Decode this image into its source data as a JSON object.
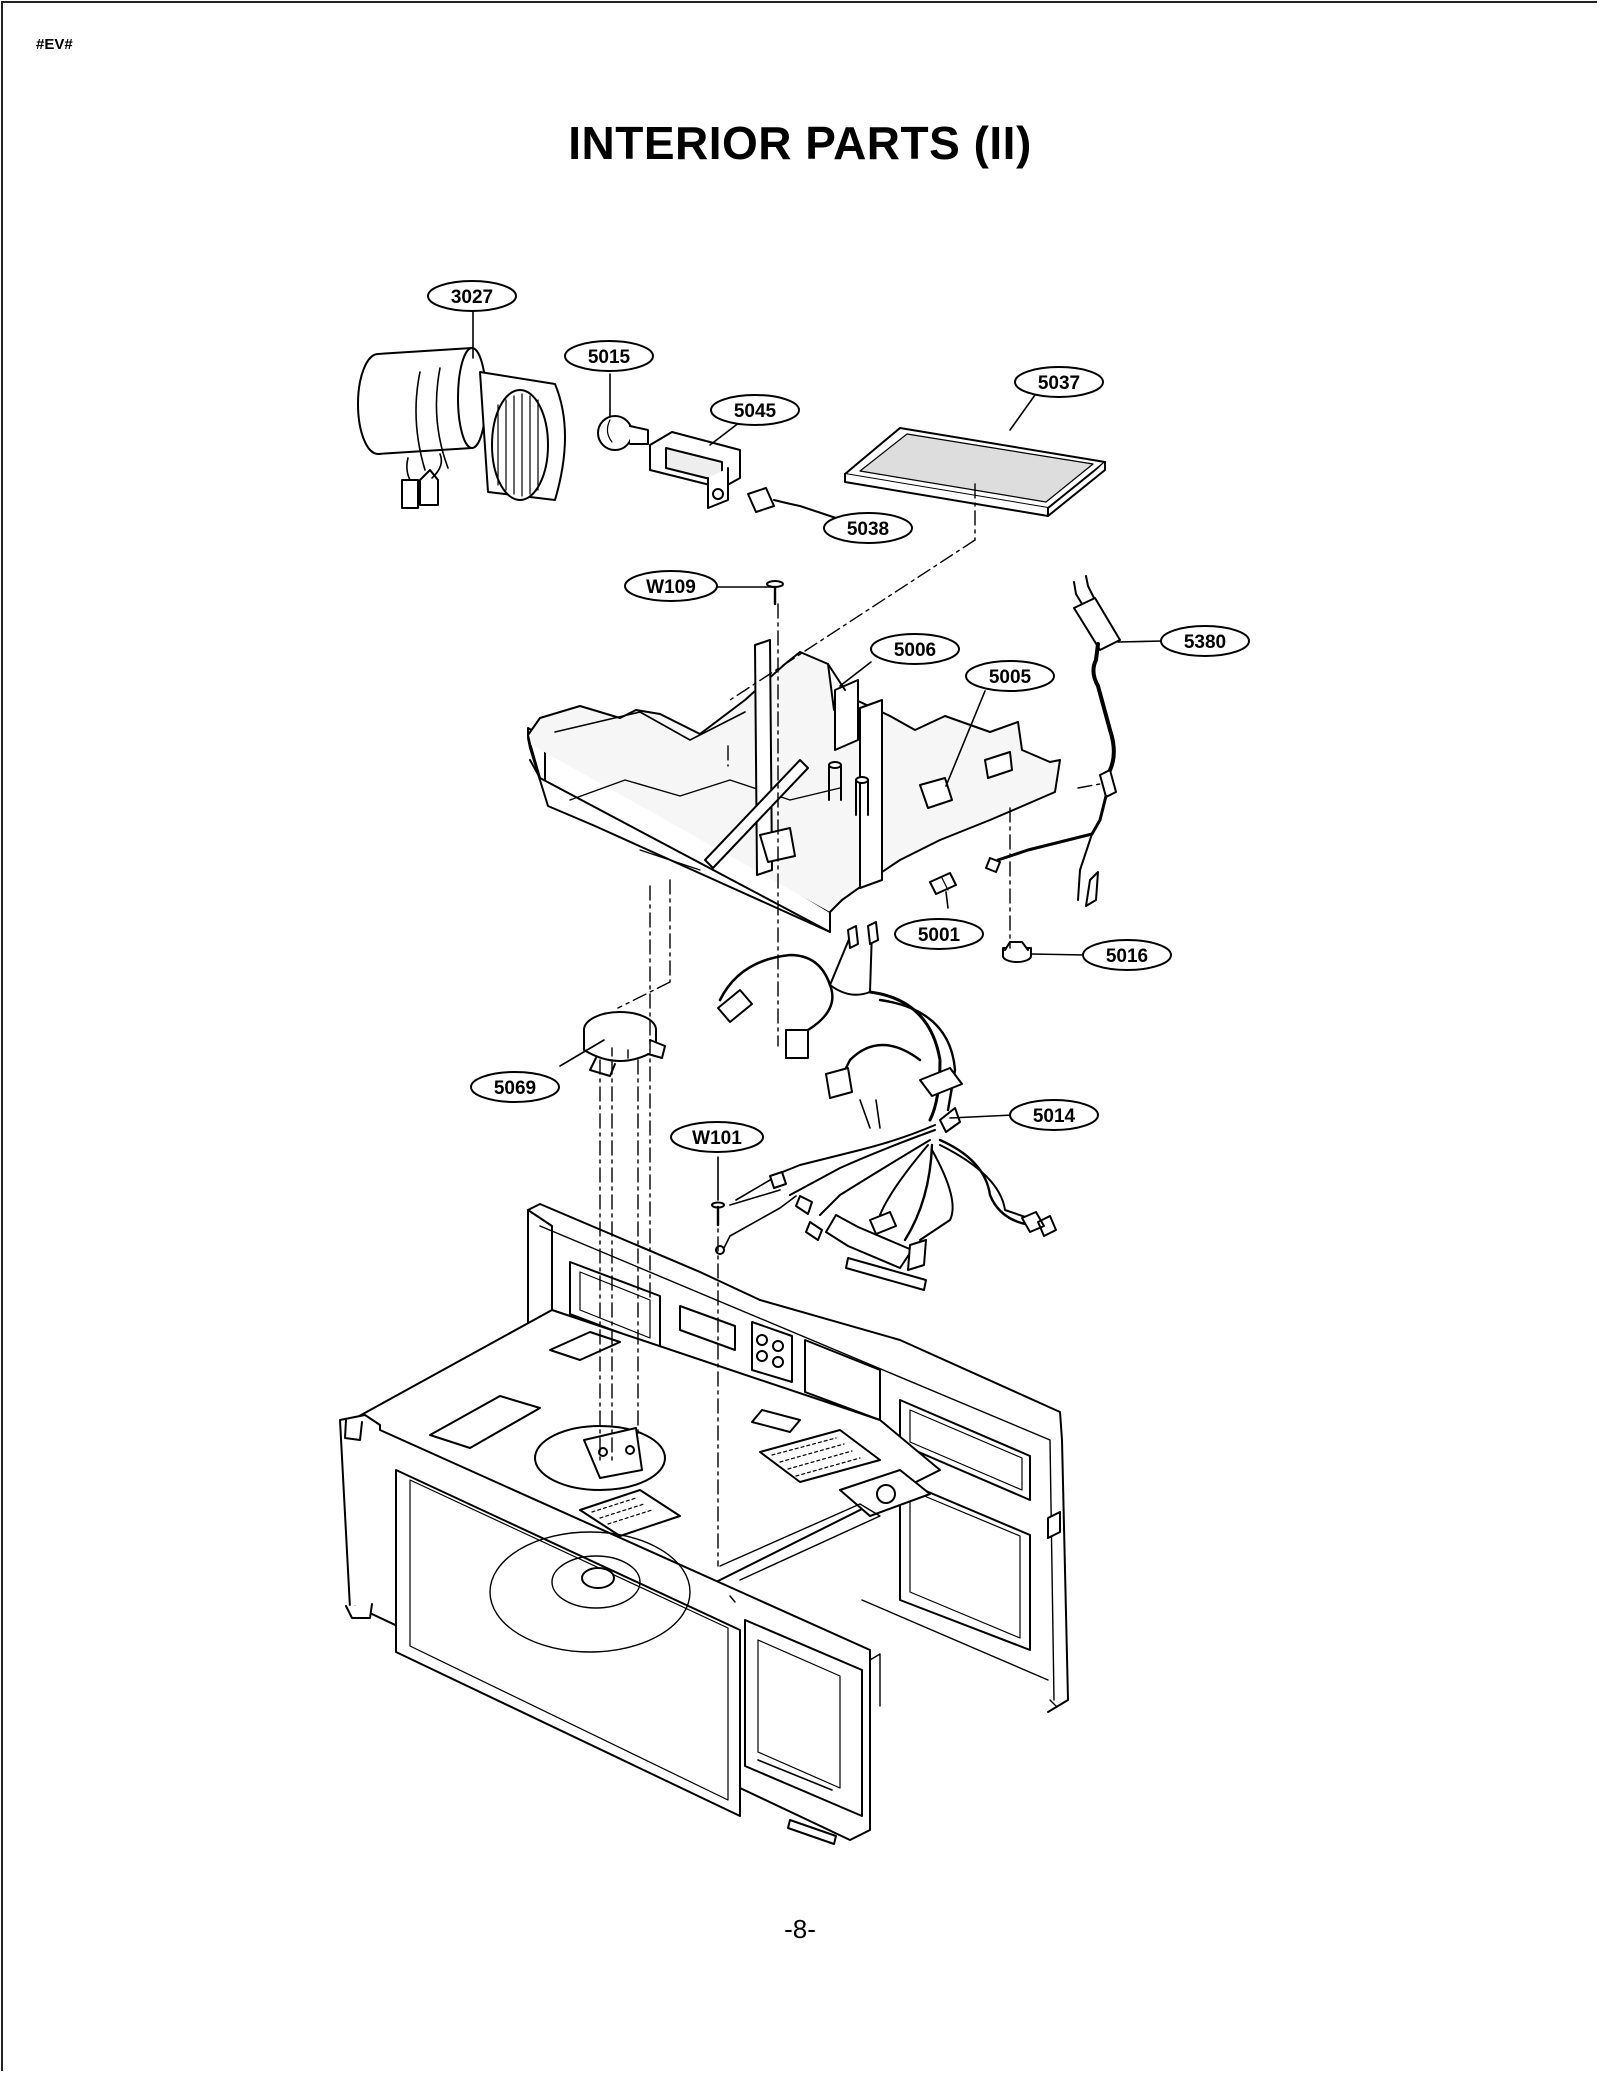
{
  "header": {
    "doc_code": "#EV#"
  },
  "title": "INTERIOR PARTS (II)",
  "footer": {
    "page_number": "-8-"
  },
  "part_labels": [
    {
      "id": "3027"
    },
    {
      "id": "5015"
    },
    {
      "id": "5045"
    },
    {
      "id": "5037"
    },
    {
      "id": "5038"
    },
    {
      "id": "W109"
    },
    {
      "id": "5380"
    },
    {
      "id": "5006"
    },
    {
      "id": "5005"
    },
    {
      "id": "5001"
    },
    {
      "id": "5016"
    },
    {
      "id": "5069"
    },
    {
      "id": "5014"
    },
    {
      "id": "W101"
    }
  ]
}
